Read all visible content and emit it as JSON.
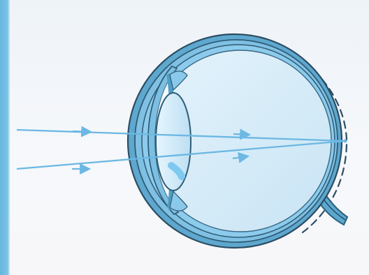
{
  "diagram": {
    "background_color": "#f3f6fb",
    "accent_colors": {
      "sclera": "#4f9ec4",
      "inner_shell": "#6db3d8",
      "vitreous": "#d6ebf8",
      "lens": "#cbe6f6",
      "rays": "#6bb8e3",
      "nerve": "#4d98c0"
    },
    "parts": [
      {
        "name": "eyeball"
      },
      {
        "name": "cornea"
      },
      {
        "name": "lens"
      },
      {
        "name": "iris"
      },
      {
        "name": "retina"
      },
      {
        "name": "optic-nerve"
      },
      {
        "name": "dashed-outline"
      }
    ],
    "rays": [
      {
        "direction": "left-to-right"
      },
      {
        "direction": "left-to-right"
      }
    ]
  }
}
